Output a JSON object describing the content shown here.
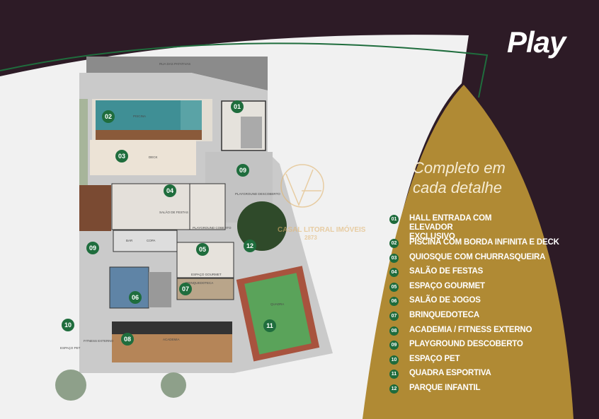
{
  "header": {
    "title": "Play",
    "subtitle_line1": "Completo em",
    "subtitle_line2": "cada detalhe"
  },
  "legend": [
    {
      "num": "01",
      "label": "HALL ENTRADA COM ELEVADOR EXCLUSIVO"
    },
    {
      "num": "02",
      "label": "PISCINA COM BORDA INFINITA E DECK"
    },
    {
      "num": "03",
      "label": "QUIOSQUE COM CHURRASQUEIRA"
    },
    {
      "num": "04",
      "label": "SALÃO DE FESTAS"
    },
    {
      "num": "05",
      "label": "ESPAÇO GOURMET"
    },
    {
      "num": "06",
      "label": "SALÃO DE JOGOS"
    },
    {
      "num": "07",
      "label": "BRINQUEDOTECA"
    },
    {
      "num": "08",
      "label": "ACADEMIA / FITNESS EXTERNO"
    },
    {
      "num": "09",
      "label": "PLAYGROUND DESCOBERTO"
    },
    {
      "num": "10",
      "label": "ESPAÇO PET"
    },
    {
      "num": "11",
      "label": "QUADRA ESPORTIVA"
    },
    {
      "num": "12",
      "label": "PARQUE INFANTIL"
    }
  ],
  "plan": {
    "street": "RUA DAS PATATIVAS",
    "labels": {
      "pool": "PISCINA",
      "deck": "DECK",
      "party": "SALÃO DE FESTAS",
      "covered_playground": "PLAYGROUND COBERTO",
      "open_playground": "PLAYGROUND DESCOBERTO",
      "bar": "BAR",
      "copa": "COPA",
      "gourmet": "ESPAÇO GOURMET",
      "toyroom": "BRINQUEDOTECA",
      "gym": "ACADEMIA",
      "court": "QUADRA",
      "fitness": "FITNESS EXTERNO",
      "pet": "ESPAÇO PET"
    },
    "markers": [
      "01",
      "02",
      "03",
      "04",
      "05",
      "06",
      "07",
      "08",
      "09",
      "09",
      "10",
      "11",
      "12"
    ]
  },
  "watermark": {
    "brand": "CASAL LITORAL IMÓVEIS",
    "phone": "2873"
  },
  "colors": {
    "background": "#2d1b26",
    "gold": "#b08a34",
    "green": "#1f6d3d"
  }
}
